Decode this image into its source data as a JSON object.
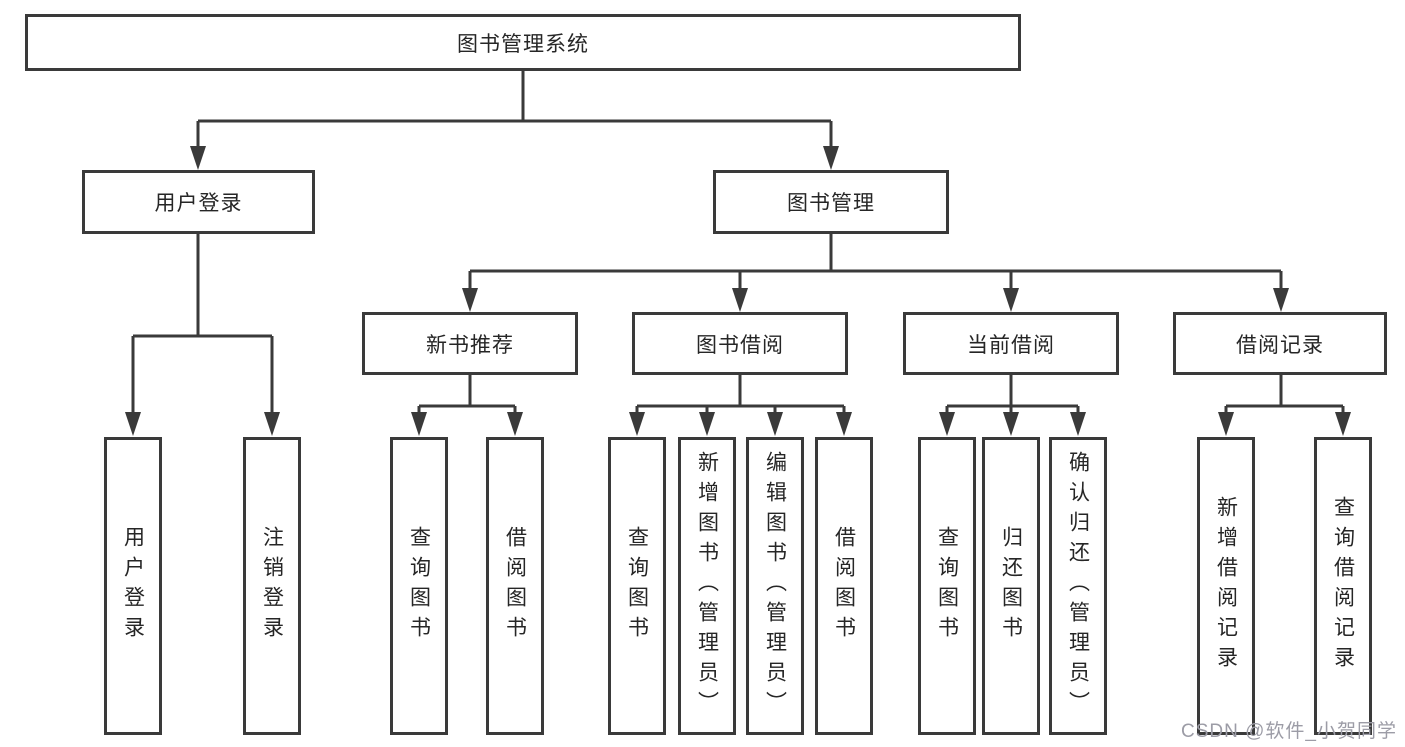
{
  "diagram": {
    "root": {
      "label": "图书管理系统"
    },
    "level2": [
      {
        "label": "用户登录"
      },
      {
        "label": "图书管理"
      }
    ],
    "level3": [
      {
        "label": "新书推荐"
      },
      {
        "label": "图书借阅"
      },
      {
        "label": "当前借阅"
      },
      {
        "label": "借阅记录"
      }
    ],
    "leaves": {
      "user_login": [
        {
          "label": "用户登录"
        },
        {
          "label": "注销登录"
        }
      ],
      "new_book_recommend": [
        {
          "label": "查询图书"
        },
        {
          "label": "借阅图书"
        }
      ],
      "book_borrow": [
        {
          "label": "查询图书"
        },
        {
          "label": "新增图书（管理员）"
        },
        {
          "label": "编辑图书（管理员）"
        },
        {
          "label": "借阅图书"
        }
      ],
      "current_borrow": [
        {
          "label": "查询图书"
        },
        {
          "label": "归还图书"
        },
        {
          "label": "确认归还（管理员）"
        }
      ],
      "borrow_records": [
        {
          "label": "新增借阅记录"
        },
        {
          "label": "查询借阅记录"
        }
      ]
    },
    "watermark": "CSDN @软件_小贺同学",
    "colors": {
      "line": "#3a3a3a",
      "text": "#262626",
      "background": "#ffffff",
      "watermark": "#9c9ca6"
    }
  }
}
